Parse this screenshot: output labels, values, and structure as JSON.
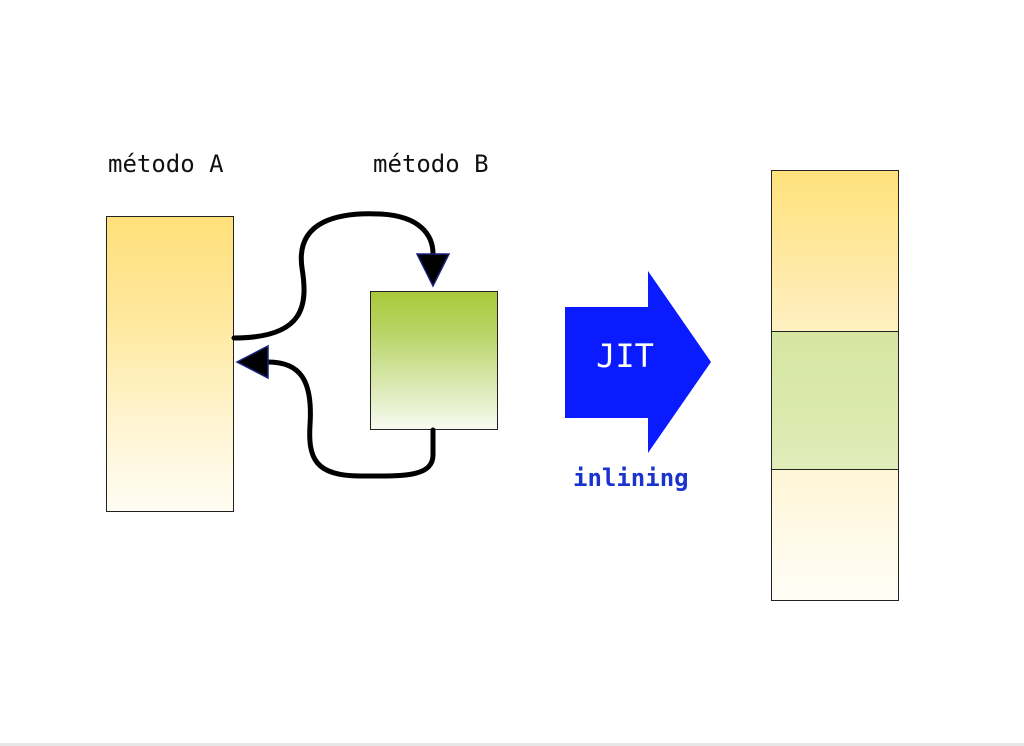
{
  "labels": {
    "method_a": "método A",
    "method_b": "método B",
    "jit": "JIT",
    "inlining": "inlining"
  },
  "colors": {
    "method_a_fill": "#ffe07a",
    "method_b_fill": "#a9c93a",
    "jit_arrow": "#0a1cff",
    "inlining_text": "#1a33cc",
    "connector": "#000000"
  },
  "icons": {
    "call_arrow": "arrowhead-down",
    "return_arrow": "arrowhead-left",
    "transform_arrow": "block-arrow-right"
  }
}
